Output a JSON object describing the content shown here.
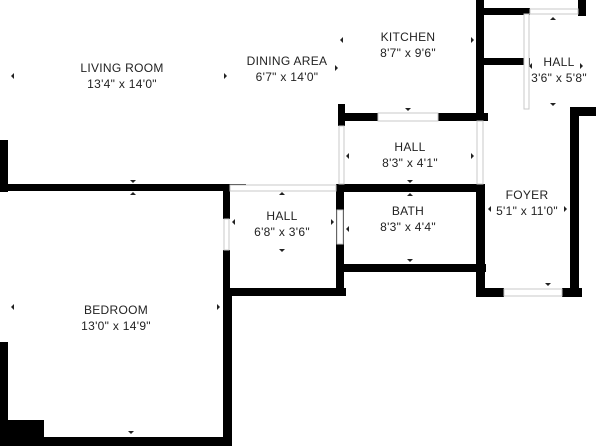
{
  "rooms": {
    "living_room": {
      "name": "LIVING ROOM",
      "dims": "13'4\" x 14'0\""
    },
    "dining_area": {
      "name": "DINING AREA",
      "dims": "6'7\" x 14'0\""
    },
    "kitchen": {
      "name": "KITCHEN",
      "dims": "8'7\" x 9'6\""
    },
    "hall_top_right": {
      "name": "HALL",
      "dims": "3'6\" x 5'8\""
    },
    "hall_center": {
      "name": "HALL",
      "dims": "8'3\" x 4'1\""
    },
    "foyer": {
      "name": "FOYER",
      "dims": "5'1\" x 11'0\""
    },
    "hall_small": {
      "name": "HALL",
      "dims": "6'8\" x 3'6\""
    },
    "bath": {
      "name": "BATH",
      "dims": "8'3\" x 4'4\""
    },
    "bedroom": {
      "name": "BEDROOM",
      "dims": "13'0\" x 14'9\""
    }
  },
  "colors": {
    "wall": "#000000",
    "background": "#ffffff",
    "text": "#222222"
  }
}
